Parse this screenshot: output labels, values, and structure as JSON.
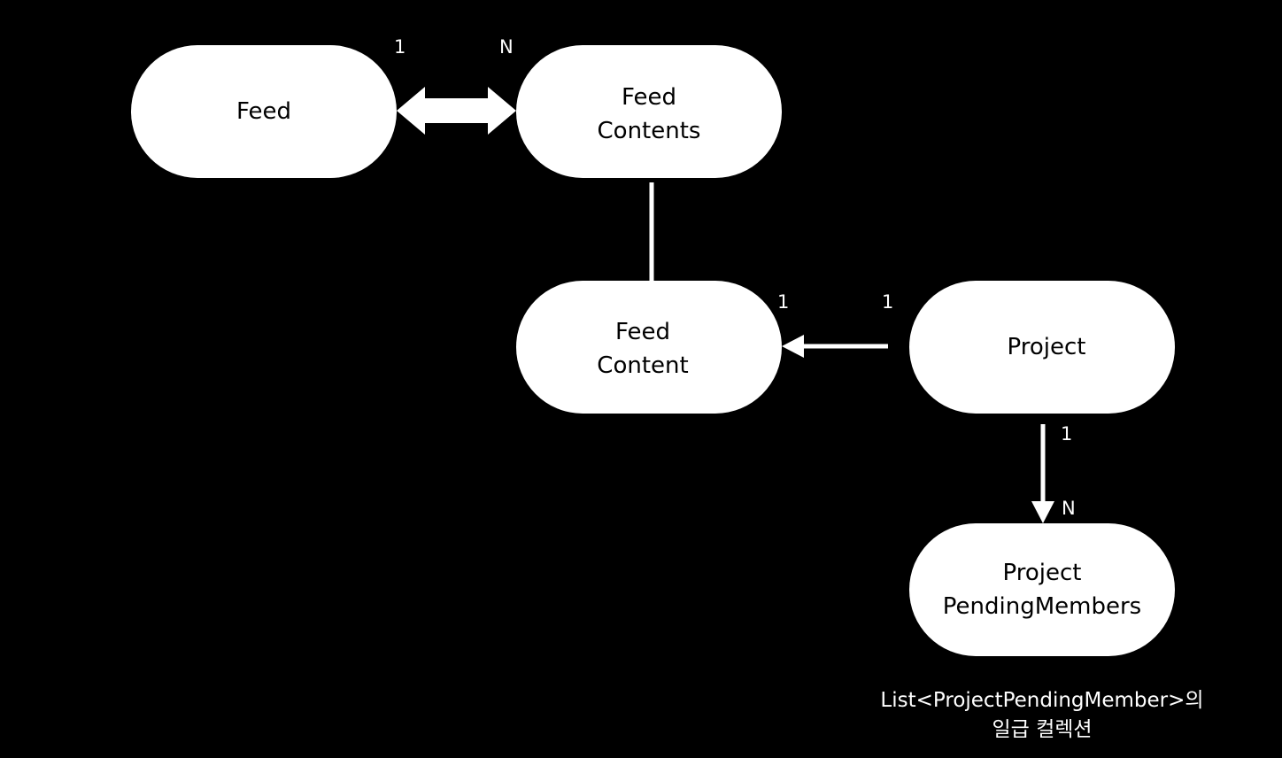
{
  "nodes": {
    "feed": {
      "lines": [
        "Feed"
      ]
    },
    "feed_contents": {
      "lines": [
        "Feed",
        "Contents"
      ]
    },
    "feed_content": {
      "lines": [
        "Feed",
        "Content"
      ]
    },
    "project": {
      "lines": [
        "Project"
      ]
    },
    "project_pending_members": {
      "lines": [
        "Project",
        "PendingMembers"
      ]
    }
  },
  "cardinality": {
    "feed_side": "1",
    "feed_contents_side": "N",
    "feed_content_side": "1",
    "project_side": "1",
    "project_to_members_source": "1",
    "project_to_members_target": "N"
  },
  "caption": {
    "lines": [
      "List<ProjectPendingMember>의",
      "일급 컬렉션"
    ]
  },
  "colors": {
    "background": "#000000",
    "node_fill": "#ffffff",
    "node_text": "#000000",
    "connector": "#ffffff"
  }
}
